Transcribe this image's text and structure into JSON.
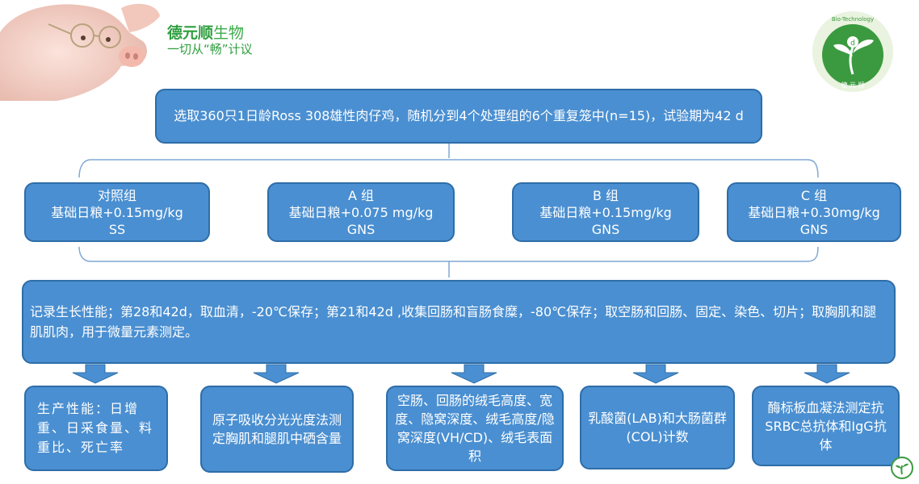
{
  "brand": {
    "name_bold": "德元顺",
    "name_rest": "生物",
    "slogan": "一切从“畅”计议",
    "logo_text_top": "Bio-Technology",
    "logo_text_bottom": "德 元 顺"
  },
  "colors": {
    "box_fill": "#4a8fd1",
    "box_border": "#2e6da8",
    "connector": "#7fa8d6",
    "arrow": "#4a8fd1",
    "brand_green": "#2e9e3e"
  },
  "flow": {
    "top": "选取360只1日龄Ross 308雄性肉仔鸡，随机分到4个处理组的6个重复笼中(n=15)，试验期为42 d",
    "groups": [
      {
        "name": "对照组",
        "diet": "基础日粮+0.15mg/kg",
        "source": "SS"
      },
      {
        "name": "A 组",
        "diet": "基础日粮+0.075 mg/kg",
        "source": "GNS"
      },
      {
        "name": "B 组",
        "diet": "基础日粮+0.15mg/kg",
        "source": "GNS"
      },
      {
        "name": "C 组",
        "diet": "基础日粮+0.30mg/kg",
        "source": "GNS"
      }
    ],
    "middle": "记录生长性能；第28和42d，取血清，-20℃保存；第21和42d ,收集回肠和盲肠食糜，-80℃保存；取空肠和回肠、固定、染色、切片；取胸肌和腿肌肌肉，用于微量元素测定。",
    "outcomes": [
      "生产性能：日增重、日采食量、料重比、死亡率",
      "原子吸收分光光度法测定胸肌和腿肌中硒含量",
      "空肠、回肠的绒毛高度、宽度、隐窝深度、绒毛高度/隐窝深度(VH/CD)、绒毛表面积",
      "乳酸菌(LAB)和大肠菌群(COL)计数",
      "酶标板血凝法测定抗SRBC总抗体和IgG抗体"
    ]
  }
}
